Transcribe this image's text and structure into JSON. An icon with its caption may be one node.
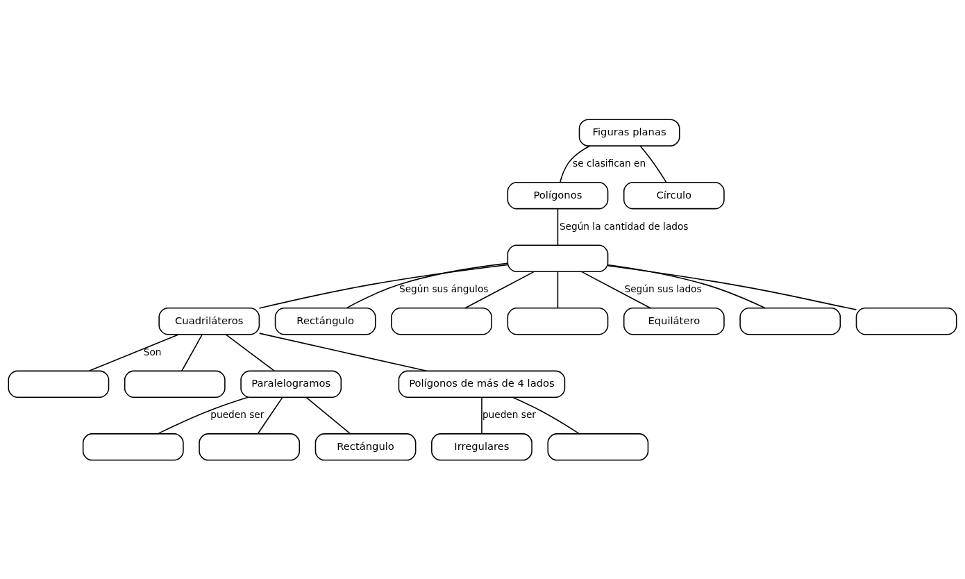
{
  "diagram": {
    "nodes": [
      {
        "text": [
          "Figuras planas"
        ]
      },
      {
        "text": [
          "Polígonos"
        ]
      },
      {
        "text": [
          "Círculo"
        ]
      },
      {
        "text": [],
        "shape": "box"
      },
      {
        "text": [
          "Cuadriláteros"
        ]
      },
      {
        "text": [
          "Rectángulo"
        ]
      },
      {
        "text": [],
        "shape": "box"
      },
      {
        "text": [],
        "shape": "box"
      },
      {
        "text": [
          "Equilátero"
        ]
      },
      {
        "text": [],
        "shape": "box"
      },
      {
        "text": [],
        "shape": "box"
      },
      {
        "text": [],
        "shape": "box"
      },
      {
        "text": [],
        "shape": "box"
      },
      {
        "text": [
          "Paralelogramos"
        ]
      },
      {
        "text": [],
        "shape": "box"
      },
      {
        "text": [],
        "shape": "box"
      },
      {
        "text": [
          "Rectángulo"
        ]
      },
      {
        "text": [
          "Irregulares"
        ]
      },
      {
        "text": [],
        "shape": "box"
      },
      {
        "text": [
          "Polígonos de más de 4 lados"
        ]
      }
    ],
    "edges": [
      {
        "from": 0,
        "to": 1,
        "arrow": "none",
        "label": "se clasifican en"
      },
      {
        "from": 0,
        "to": 2,
        "arrow": "none"
      },
      {
        "from": 1,
        "to": 3,
        "arrow": "none",
        "label": "Según la cantidad de lados"
      },
      {
        "from": 3,
        "to": 4,
        "arrow": "none"
      },
      {
        "from": 4,
        "to": 19,
        "arrow": "none"
      },
      {
        "from": 3,
        "to": 5,
        "arrow": "none",
        "label": "Según sus ángulos"
      },
      {
        "from": 3,
        "to": 6,
        "arrow": "none"
      },
      {
        "from": 3,
        "to": 7,
        "arrow": "none"
      },
      {
        "from": 3,
        "to": 8,
        "arrow": "none",
        "label": "Según sus lados"
      },
      {
        "from": 3,
        "to": 9,
        "arrow": "none"
      },
      {
        "from": 3,
        "to": 10,
        "arrow": "none"
      },
      {
        "from": 4,
        "to": 11,
        "arrow": "none",
        "label": "Son"
      },
      {
        "from": 4,
        "to": 12,
        "arrow": "none"
      },
      {
        "from": 4,
        "to": 13,
        "arrow": "none"
      },
      {
        "from": 13,
        "to": 14,
        "arrow": "none",
        "label": "pueden ser"
      },
      {
        "from": 13,
        "to": 15,
        "arrow": "none"
      },
      {
        "from": 13,
        "to": 16,
        "arrow": "none"
      },
      {
        "from": 19,
        "to": 17,
        "arrow": "none",
        "label": "pueden ser"
      },
      {
        "from": 19,
        "to": 18,
        "arrow": "none"
      }
    ]
  }
}
